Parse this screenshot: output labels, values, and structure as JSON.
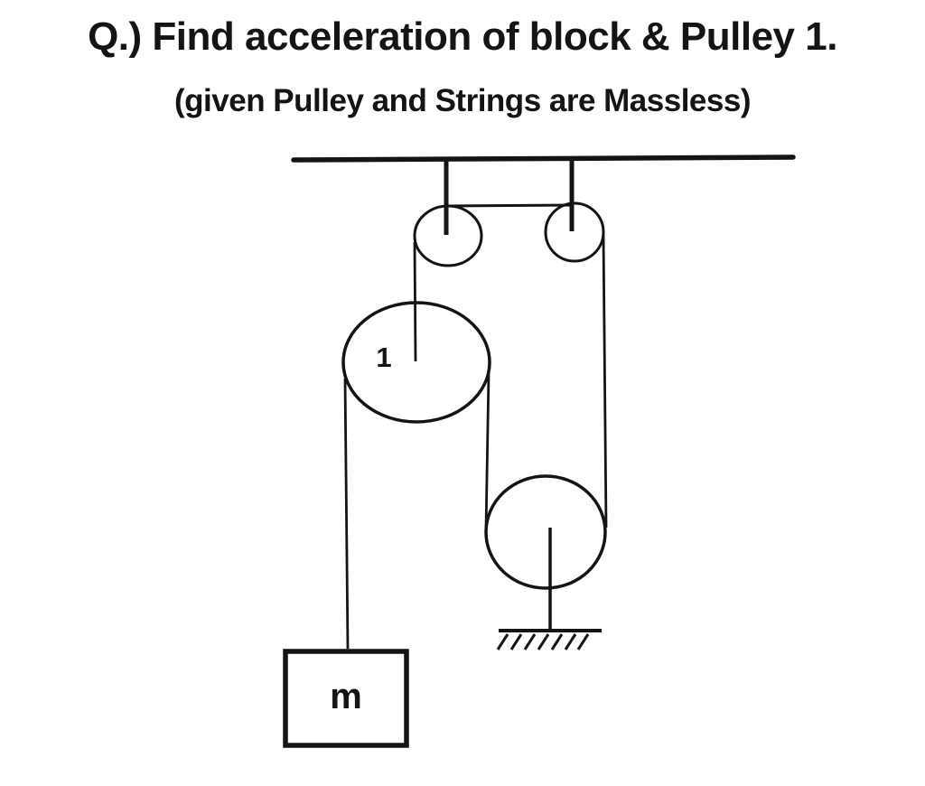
{
  "meta": {
    "background": "#ffffff",
    "ink": "#141414"
  },
  "problem": {
    "question": "Q.) Find acceleration of block & Pulley 1.",
    "condition": "(given Pulley and Strings are Massless)"
  },
  "diagram": {
    "pulley1_label": "1",
    "block_label": "m"
  }
}
